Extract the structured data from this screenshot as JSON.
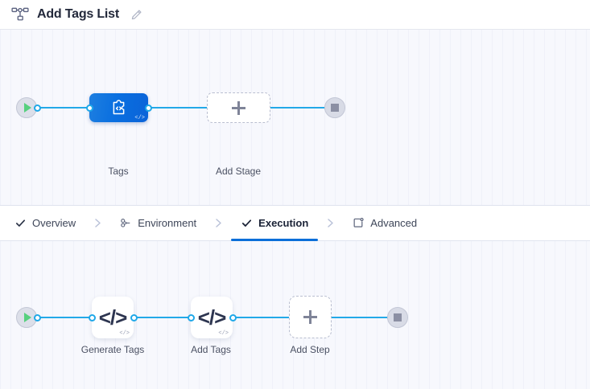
{
  "header": {
    "title": "Add Tags List",
    "logo_icon": "pipeline-icon",
    "edit_icon": "pencil-icon"
  },
  "stage_graph": {
    "start_node": {
      "icon": "play-icon",
      "name": "start"
    },
    "end_node": {
      "icon": "stop-icon",
      "name": "end"
    },
    "nodes": [
      {
        "id": "tags-stage",
        "label": "Tags",
        "type": "stage",
        "icon": "custom-stage-icon",
        "badge": "</>",
        "selected": true
      },
      {
        "id": "add-stage",
        "label": "Add Stage",
        "type": "add",
        "icon": "plus-icon"
      }
    ]
  },
  "tabs": [
    {
      "id": "overview",
      "label": "Overview",
      "icon": "check-icon",
      "active": false
    },
    {
      "id": "environment",
      "label": "Environment",
      "icon": "infrastructure-icon",
      "active": false
    },
    {
      "id": "execution",
      "label": "Execution",
      "icon": "check-icon",
      "active": true
    },
    {
      "id": "advanced",
      "label": "Advanced",
      "icon": "advanced-box-icon",
      "active": false
    }
  ],
  "separator_icon": "chevron-right-icon",
  "execution_graph": {
    "start_node": {
      "icon": "play-icon",
      "name": "start"
    },
    "end_node": {
      "icon": "stop-icon",
      "name": "end"
    },
    "nodes": [
      {
        "id": "generate-tags",
        "label": "Generate Tags",
        "type": "step",
        "icon": "code-icon",
        "glyph": "</>",
        "badge": "</>"
      },
      {
        "id": "add-tags",
        "label": "Add Tags",
        "type": "step",
        "icon": "code-icon",
        "glyph": "</>",
        "badge": "</>"
      },
      {
        "id": "add-step",
        "label": "Add Step",
        "type": "add",
        "icon": "plus-icon"
      }
    ]
  },
  "colors": {
    "accent": "#0a6ed9",
    "edge": "#23a9e8",
    "canvas_bg": "#f7f8fd",
    "start_play": "#56d07e",
    "stop_square": "#8b8fa3"
  }
}
